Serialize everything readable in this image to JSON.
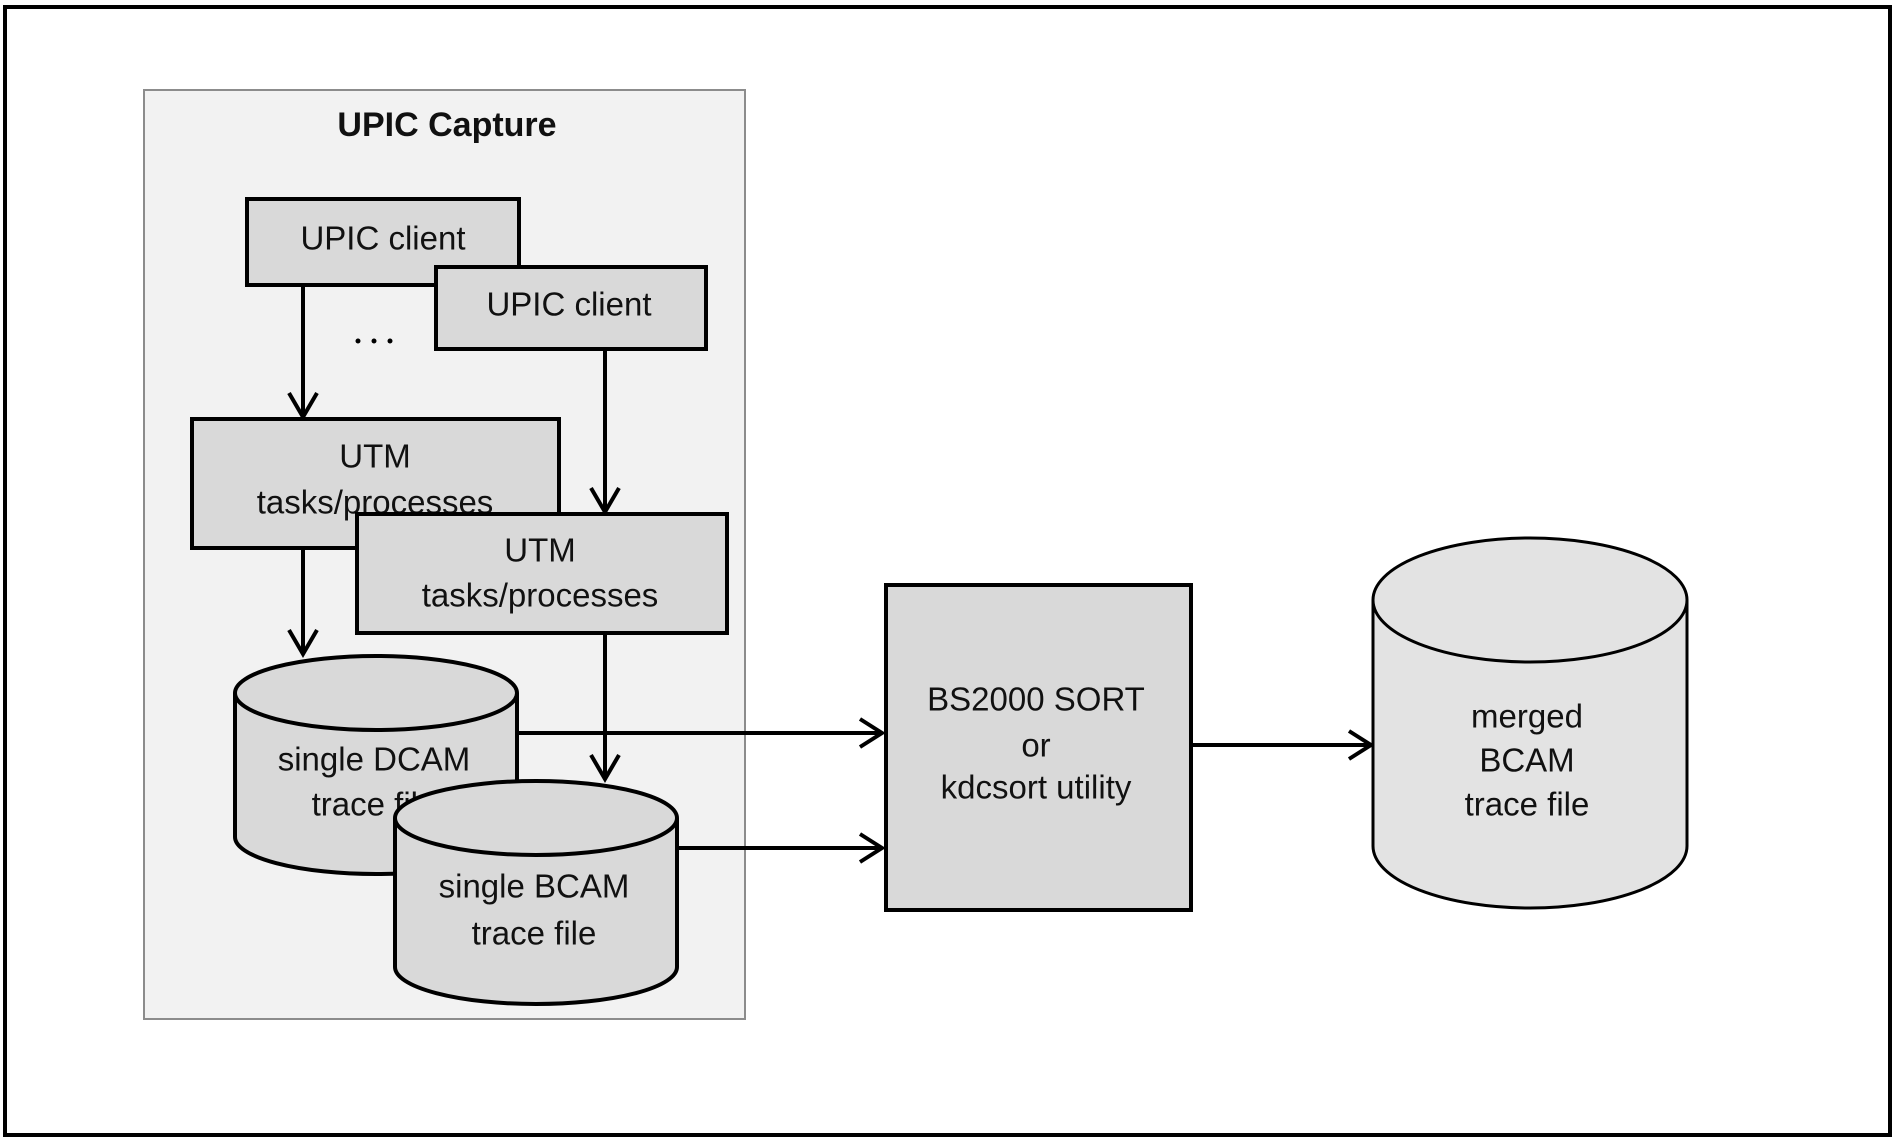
{
  "diagram": {
    "group": {
      "title": "UPIC Capture"
    },
    "nodes": {
      "upic_client_1": {
        "label": "UPIC client"
      },
      "upic_client_2": {
        "label": "UPIC client"
      },
      "ellipsis": {
        "label": "..."
      },
      "utm_1": {
        "lines": [
          "UTM",
          "tasks/processes"
        ]
      },
      "utm_2": {
        "lines": [
          "UTM",
          "tasks/processes"
        ]
      },
      "trace_file_1": {
        "lines": [
          "single DCAM",
          "trace file"
        ]
      },
      "trace_file_2": {
        "lines": [
          "single BCAM",
          "trace file"
        ]
      },
      "sort": {
        "lines": [
          "BS2000 SORT",
          "or",
          "kdcsort utility"
        ]
      },
      "merged": {
        "lines": [
          "merged",
          "BCAM",
          "trace file"
        ]
      }
    },
    "edges": [
      {
        "from": "upic_client_1",
        "to": "utm_1"
      },
      {
        "from": "upic_client_2",
        "to": "utm_2"
      },
      {
        "from": "utm_1",
        "to": "trace_file_1"
      },
      {
        "from": "utm_2",
        "to": "trace_file_2"
      },
      {
        "from": "trace_file_1",
        "to": "sort"
      },
      {
        "from": "trace_file_2",
        "to": "sort"
      },
      {
        "from": "sort",
        "to": "merged"
      }
    ],
    "colors": {
      "node_fill": "#d9d9d9",
      "group_fill": "#f2f2f2",
      "stroke": "#000000"
    }
  }
}
